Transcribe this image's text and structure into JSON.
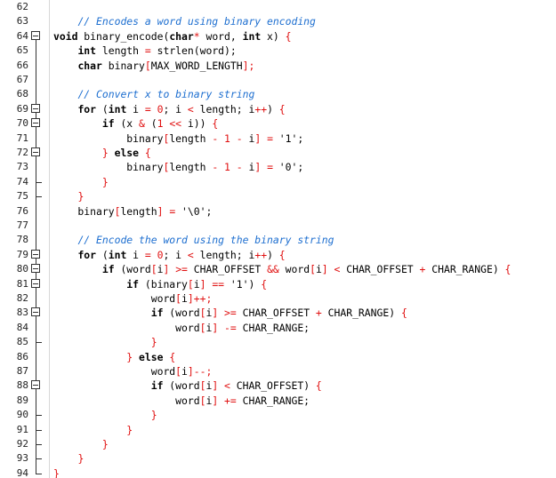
{
  "lines": [
    {
      "n": "62",
      "tokens": []
    },
    {
      "n": "63",
      "tokens": [
        {
          "t": "    "
        },
        {
          "t": "// Encodes a word using binary encoding",
          "c": "cm"
        }
      ]
    },
    {
      "n": "64",
      "tokens": [
        {
          "t": "void",
          "c": "kw"
        },
        {
          "t": " binary_encode("
        },
        {
          "t": "char",
          "c": "ty"
        },
        {
          "t": "*",
          "c": "op"
        },
        {
          "t": " word, "
        },
        {
          "t": "int",
          "c": "ty"
        },
        {
          "t": " x) "
        },
        {
          "t": "{",
          "c": "op"
        }
      ]
    },
    {
      "n": "65",
      "tokens": [
        {
          "t": "    "
        },
        {
          "t": "int",
          "c": "ty"
        },
        {
          "t": " length "
        },
        {
          "t": "=",
          "c": "op"
        },
        {
          "t": " strlen(word);"
        }
      ]
    },
    {
      "n": "66",
      "tokens": [
        {
          "t": "    "
        },
        {
          "t": "char",
          "c": "ty"
        },
        {
          "t": " binary"
        },
        {
          "t": "[",
          "c": "op"
        },
        {
          "t": "MAX_WORD_LENGTH"
        },
        {
          "t": "];",
          "c": "op"
        }
      ]
    },
    {
      "n": "67",
      "tokens": []
    },
    {
      "n": "68",
      "tokens": [
        {
          "t": "    "
        },
        {
          "t": "// Convert x to binary string",
          "c": "cm"
        }
      ]
    },
    {
      "n": "69",
      "tokens": [
        {
          "t": "    "
        },
        {
          "t": "for",
          "c": "kw"
        },
        {
          "t": " ("
        },
        {
          "t": "int",
          "c": "ty"
        },
        {
          "t": " i "
        },
        {
          "t": "=",
          "c": "op"
        },
        {
          "t": " "
        },
        {
          "t": "0",
          "c": "num"
        },
        {
          "t": "; i "
        },
        {
          "t": "<",
          "c": "op"
        },
        {
          "t": " length; i"
        },
        {
          "t": "++",
          "c": "op"
        },
        {
          "t": ") "
        },
        {
          "t": "{",
          "c": "op"
        }
      ]
    },
    {
      "n": "70",
      "tokens": [
        {
          "t": "        "
        },
        {
          "t": "if",
          "c": "kw"
        },
        {
          "t": " (x "
        },
        {
          "t": "&",
          "c": "op"
        },
        {
          "t": " ("
        },
        {
          "t": "1",
          "c": "num"
        },
        {
          "t": " "
        },
        {
          "t": "<<",
          "c": "op"
        },
        {
          "t": " i)) "
        },
        {
          "t": "{",
          "c": "op"
        }
      ]
    },
    {
      "n": "71",
      "tokens": [
        {
          "t": "            binary"
        },
        {
          "t": "[",
          "c": "op"
        },
        {
          "t": "length "
        },
        {
          "t": "-",
          "c": "op"
        },
        {
          "t": " "
        },
        {
          "t": "1",
          "c": "num"
        },
        {
          "t": " "
        },
        {
          "t": "-",
          "c": "op"
        },
        {
          "t": " i"
        },
        {
          "t": "]",
          "c": "op"
        },
        {
          "t": " "
        },
        {
          "t": "=",
          "c": "op"
        },
        {
          "t": " '1';"
        }
      ]
    },
    {
      "n": "72",
      "tokens": [
        {
          "t": "        "
        },
        {
          "t": "}",
          "c": "op"
        },
        {
          "t": " "
        },
        {
          "t": "else",
          "c": "kw"
        },
        {
          "t": " "
        },
        {
          "t": "{",
          "c": "op"
        }
      ]
    },
    {
      "n": "73",
      "tokens": [
        {
          "t": "            binary"
        },
        {
          "t": "[",
          "c": "op"
        },
        {
          "t": "length "
        },
        {
          "t": "-",
          "c": "op"
        },
        {
          "t": " "
        },
        {
          "t": "1",
          "c": "num"
        },
        {
          "t": " "
        },
        {
          "t": "-",
          "c": "op"
        },
        {
          "t": " i"
        },
        {
          "t": "]",
          "c": "op"
        },
        {
          "t": " "
        },
        {
          "t": "=",
          "c": "op"
        },
        {
          "t": " '0';"
        }
      ]
    },
    {
      "n": "74",
      "tokens": [
        {
          "t": "        "
        },
        {
          "t": "}",
          "c": "op"
        }
      ]
    },
    {
      "n": "75",
      "tokens": [
        {
          "t": "    "
        },
        {
          "t": "}",
          "c": "op"
        }
      ]
    },
    {
      "n": "76",
      "tokens": [
        {
          "t": "    binary"
        },
        {
          "t": "[",
          "c": "op"
        },
        {
          "t": "length"
        },
        {
          "t": "]",
          "c": "op"
        },
        {
          "t": " "
        },
        {
          "t": "=",
          "c": "op"
        },
        {
          "t": " '\\0';"
        }
      ]
    },
    {
      "n": "77",
      "tokens": []
    },
    {
      "n": "78",
      "tokens": [
        {
          "t": "    "
        },
        {
          "t": "// Encode the word using the binary string",
          "c": "cm"
        }
      ]
    },
    {
      "n": "79",
      "tokens": [
        {
          "t": "    "
        },
        {
          "t": "for",
          "c": "kw"
        },
        {
          "t": " ("
        },
        {
          "t": "int",
          "c": "ty"
        },
        {
          "t": " i "
        },
        {
          "t": "=",
          "c": "op"
        },
        {
          "t": " "
        },
        {
          "t": "0",
          "c": "num"
        },
        {
          "t": "; i "
        },
        {
          "t": "<",
          "c": "op"
        },
        {
          "t": " length; i"
        },
        {
          "t": "++",
          "c": "op"
        },
        {
          "t": ") "
        },
        {
          "t": "{",
          "c": "op"
        }
      ]
    },
    {
      "n": "80",
      "tokens": [
        {
          "t": "        "
        },
        {
          "t": "if",
          "c": "kw"
        },
        {
          "t": " (word"
        },
        {
          "t": "[",
          "c": "op"
        },
        {
          "t": "i"
        },
        {
          "t": "]",
          "c": "op"
        },
        {
          "t": " "
        },
        {
          "t": ">=",
          "c": "op"
        },
        {
          "t": " CHAR_OFFSET "
        },
        {
          "t": "&&",
          "c": "op"
        },
        {
          "t": " word"
        },
        {
          "t": "[",
          "c": "op"
        },
        {
          "t": "i"
        },
        {
          "t": "]",
          "c": "op"
        },
        {
          "t": " "
        },
        {
          "t": "<",
          "c": "op"
        },
        {
          "t": " CHAR_OFFSET "
        },
        {
          "t": "+",
          "c": "op"
        },
        {
          "t": " CHAR_RANGE) "
        },
        {
          "t": "{",
          "c": "op"
        }
      ]
    },
    {
      "n": "81",
      "tokens": [
        {
          "t": "            "
        },
        {
          "t": "if",
          "c": "kw"
        },
        {
          "t": " (binary"
        },
        {
          "t": "[",
          "c": "op"
        },
        {
          "t": "i"
        },
        {
          "t": "]",
          "c": "op"
        },
        {
          "t": " "
        },
        {
          "t": "==",
          "c": "op"
        },
        {
          "t": " '1') "
        },
        {
          "t": "{",
          "c": "op"
        }
      ]
    },
    {
      "n": "82",
      "tokens": [
        {
          "t": "                word"
        },
        {
          "t": "[",
          "c": "op"
        },
        {
          "t": "i"
        },
        {
          "t": "]++;",
          "c": "op"
        }
      ]
    },
    {
      "n": "83",
      "tokens": [
        {
          "t": "                "
        },
        {
          "t": "if",
          "c": "kw"
        },
        {
          "t": " (word"
        },
        {
          "t": "[",
          "c": "op"
        },
        {
          "t": "i"
        },
        {
          "t": "]",
          "c": "op"
        },
        {
          "t": " "
        },
        {
          "t": ">=",
          "c": "op"
        },
        {
          "t": " CHAR_OFFSET "
        },
        {
          "t": "+",
          "c": "op"
        },
        {
          "t": " CHAR_RANGE) "
        },
        {
          "t": "{",
          "c": "op"
        }
      ]
    },
    {
      "n": "84",
      "tokens": [
        {
          "t": "                    word"
        },
        {
          "t": "[",
          "c": "op"
        },
        {
          "t": "i"
        },
        {
          "t": "]",
          "c": "op"
        },
        {
          "t": " "
        },
        {
          "t": "-=",
          "c": "op"
        },
        {
          "t": " CHAR_RANGE;"
        }
      ]
    },
    {
      "n": "85",
      "tokens": [
        {
          "t": "                "
        },
        {
          "t": "}",
          "c": "op"
        }
      ]
    },
    {
      "n": "86",
      "tokens": [
        {
          "t": "            "
        },
        {
          "t": "}",
          "c": "op"
        },
        {
          "t": " "
        },
        {
          "t": "else",
          "c": "kw"
        },
        {
          "t": " "
        },
        {
          "t": "{",
          "c": "op"
        }
      ]
    },
    {
      "n": "87",
      "tokens": [
        {
          "t": "                word"
        },
        {
          "t": "[",
          "c": "op"
        },
        {
          "t": "i"
        },
        {
          "t": "]--;",
          "c": "op"
        }
      ]
    },
    {
      "n": "88",
      "tokens": [
        {
          "t": "                "
        },
        {
          "t": "if",
          "c": "kw"
        },
        {
          "t": " (word"
        },
        {
          "t": "[",
          "c": "op"
        },
        {
          "t": "i"
        },
        {
          "t": "]",
          "c": "op"
        },
        {
          "t": " "
        },
        {
          "t": "<",
          "c": "op"
        },
        {
          "t": " CHAR_OFFSET) "
        },
        {
          "t": "{",
          "c": "op"
        }
      ]
    },
    {
      "n": "89",
      "tokens": [
        {
          "t": "                    word"
        },
        {
          "t": "[",
          "c": "op"
        },
        {
          "t": "i"
        },
        {
          "t": "]",
          "c": "op"
        },
        {
          "t": " "
        },
        {
          "t": "+=",
          "c": "op"
        },
        {
          "t": " CHAR_RANGE;"
        }
      ]
    },
    {
      "n": "90",
      "tokens": [
        {
          "t": "                "
        },
        {
          "t": "}",
          "c": "op"
        }
      ]
    },
    {
      "n": "91",
      "tokens": [
        {
          "t": "            "
        },
        {
          "t": "}",
          "c": "op"
        }
      ]
    },
    {
      "n": "92",
      "tokens": [
        {
          "t": "        "
        },
        {
          "t": "}",
          "c": "op"
        }
      ]
    },
    {
      "n": "93",
      "tokens": [
        {
          "t": "    "
        },
        {
          "t": "}",
          "c": "op"
        }
      ]
    },
    {
      "n": "94",
      "tokens": [
        {
          "t": "}",
          "c": "op"
        }
      ]
    }
  ],
  "colors": {
    "comment": "#1e6fd0",
    "operator": "#e01010",
    "keyword": "#000000",
    "text": "#000000",
    "background": "#ffffff"
  }
}
